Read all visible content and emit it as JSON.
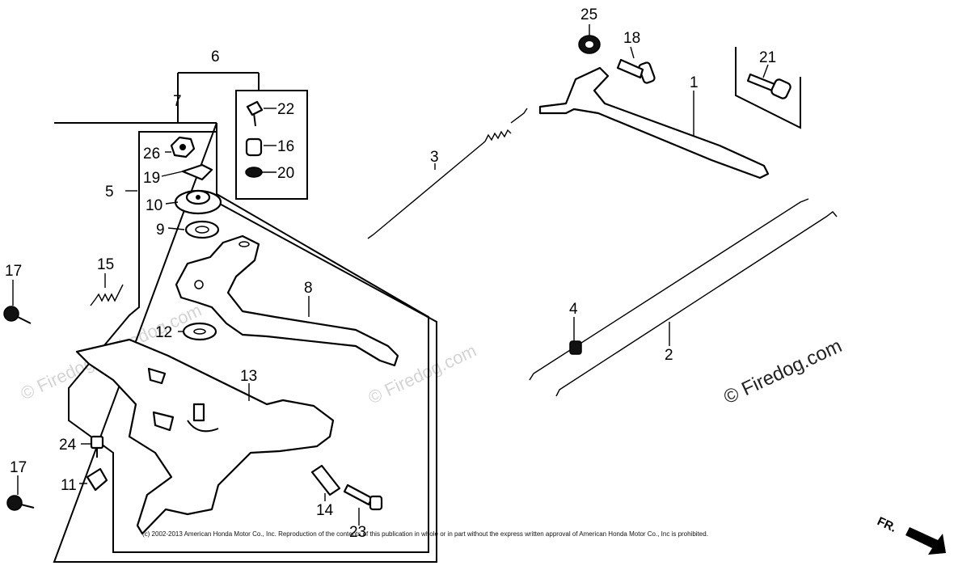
{
  "callouts": {
    "c1": "1",
    "c2": "2",
    "c3": "3",
    "c4": "4",
    "c5": "5",
    "c6": "6",
    "c7": "7",
    "c8": "8",
    "c9": "9",
    "c10": "10",
    "c11": "11",
    "c12": "12",
    "c13": "13",
    "c14": "14",
    "c15": "15",
    "c16": "16",
    "c17a": "17",
    "c17b": "17",
    "c18": "18",
    "c19": "19",
    "c20": "20",
    "c21": "21",
    "c22": "22",
    "c23": "23",
    "c24": "24",
    "c25": "25",
    "c26": "26"
  },
  "watermarks": {
    "main": "© Firedog.com",
    "faint1": "© Firedog.com",
    "faint2": "© Firedog.com",
    "faint3": "© Firedog.com"
  },
  "copyright": "(c) 2002-2013 American Honda Motor Co., Inc. Reproduction of the contents of this publication in whole or in part without the express written approval of American Honda Motor Co., Inc is prohibited.",
  "direction_label": "FR."
}
